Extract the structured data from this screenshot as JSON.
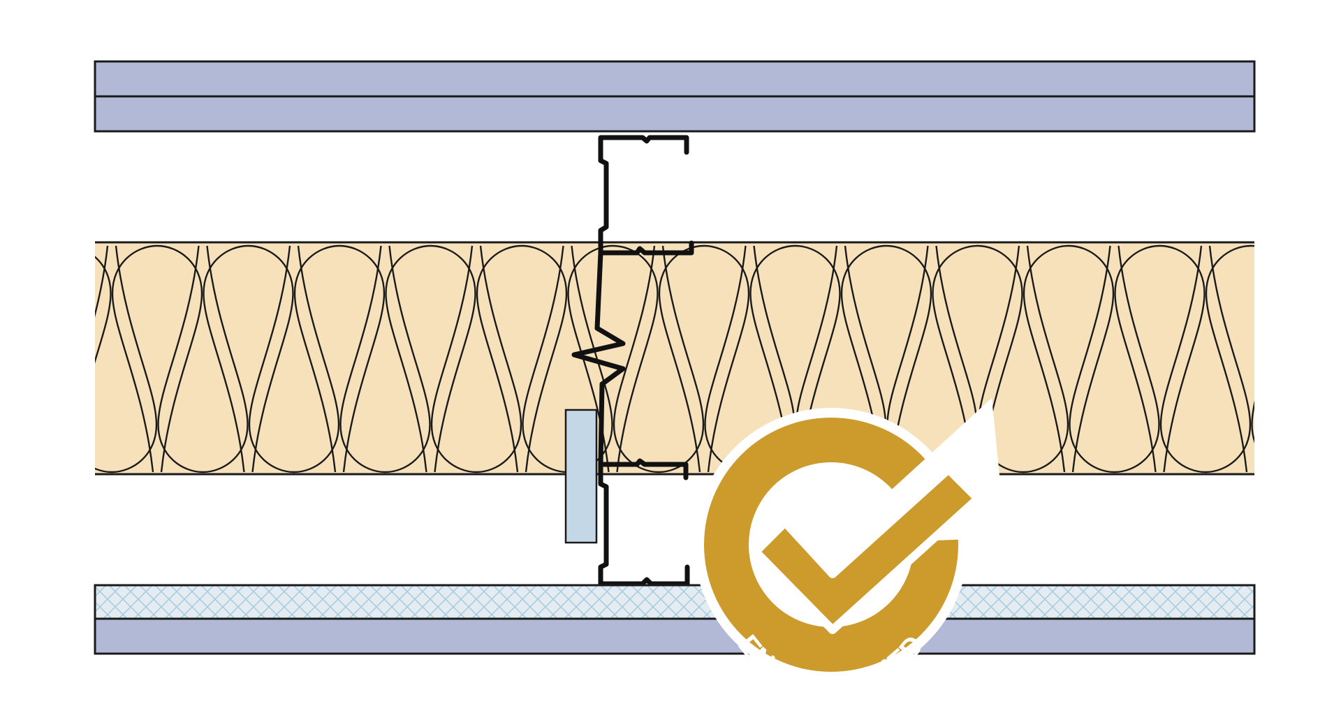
{
  "badge": {
    "text": "EN CLASSIFIED"
  },
  "colors": {
    "board": "#b1b9d7",
    "insulation": "#f6e1bb",
    "mesh_board": "#e4ecf2",
    "mesh_lines": "#a8cde0",
    "pad": "#c4d7e6",
    "outline": "#1a1a1a",
    "badge_gold": "#cd9a2c",
    "background": "#ffffff"
  },
  "icons": [
    "check-mark-icon"
  ],
  "layers": [
    "plasterboard-outer",
    "plasterboard-inner",
    "mineral-wool-insulation",
    "resilient-mesh-board",
    "plasterboard-bottom"
  ]
}
